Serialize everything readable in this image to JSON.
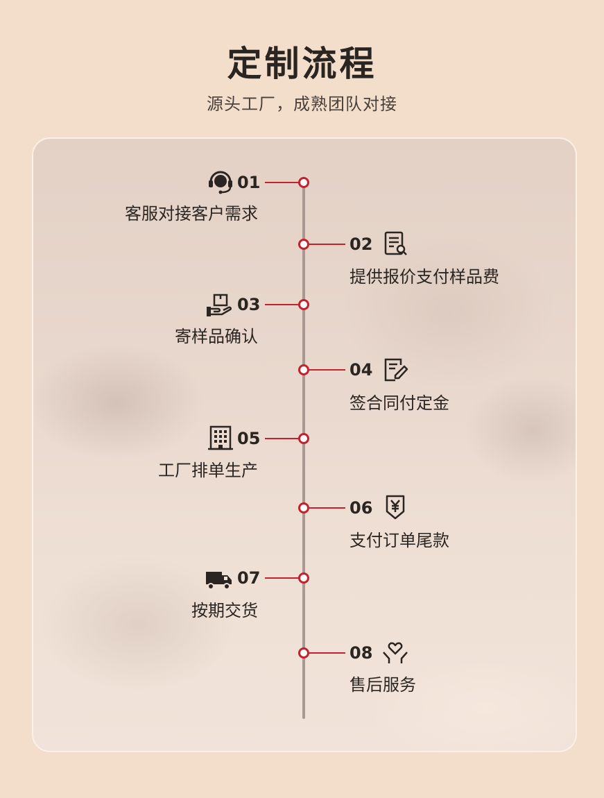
{
  "header": {
    "title": "定制流程",
    "subtitle": "源头工厂，成熟团队对接"
  },
  "steps": [
    {
      "num": "01",
      "label": "客服对接客户需求",
      "icon": "customer-service-headset-icon",
      "side": "left"
    },
    {
      "num": "02",
      "label": "提供报价支付样品费",
      "icon": "quote-document-search-icon",
      "side": "right"
    },
    {
      "num": "03",
      "label": "寄样品确认",
      "icon": "hand-package-icon",
      "side": "left"
    },
    {
      "num": "04",
      "label": "签合同付定金",
      "icon": "contract-sign-icon",
      "side": "right"
    },
    {
      "num": "05",
      "label": "工厂排单生产",
      "icon": "factory-building-icon",
      "side": "left"
    },
    {
      "num": "06",
      "label": "支付订单尾款",
      "icon": "yen-payment-icon",
      "side": "right"
    },
    {
      "num": "07",
      "label": "按期交货",
      "icon": "delivery-truck-icon",
      "side": "left"
    },
    {
      "num": "08",
      "label": "售后服务",
      "icon": "heart-hand-icon",
      "side": "right"
    }
  ],
  "colors": {
    "accent": "#c2222e",
    "line": "#a79892",
    "text": "#2b2522",
    "background": "#f3decb"
  }
}
